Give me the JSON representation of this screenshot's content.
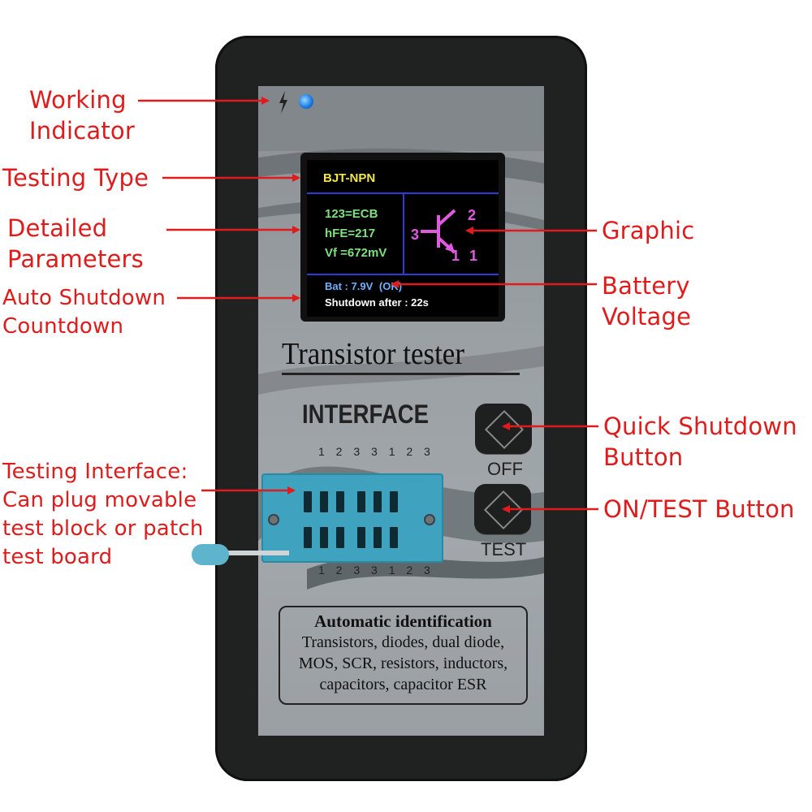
{
  "callouts": {
    "working_indicator": [
      "Working",
      "Indicator"
    ],
    "testing_type": "Testing Type",
    "detailed_parameters": [
      "Detailed",
      "Parameters"
    ],
    "auto_shutdown": [
      "Auto Shutdown",
      "Countdown"
    ],
    "testing_interface": [
      "Testing Interface:",
      "Can plug movable",
      "test block or patch",
      "test board"
    ],
    "graphic": "Graphic",
    "battery_voltage": [
      "Battery",
      "Voltage"
    ],
    "quick_shutdown": [
      "Quick Shutdown",
      "Button"
    ],
    "on_test": "ON/TEST Button"
  },
  "screen": {
    "type": "BJT-NPN",
    "pinout": "123=ECB",
    "hfe": "hFE=217",
    "vf": "Vf  =672mV",
    "pin_b": "3",
    "pin_c": "2",
    "pin_e_a": "1",
    "pin_e_b": "1",
    "battery": "Bat : 7.9V",
    "battery_status": "(OK)",
    "shutdown": "Shutdown after : 22s"
  },
  "device": {
    "brand": "Transistor tester",
    "interface_title": "INTERFACE",
    "pins_top": "1 2 3 3 1 2 3",
    "pins_bottom": "1 2 3 3 1 2 3",
    "off_label": "OFF",
    "test_label": "TEST",
    "auto_title": "Automatic identification",
    "auto_lines": [
      "Transistors, diodes, dual diode,",
      "MOS, SCR, resistors, inductors,",
      "capacitors, capacitor ESR"
    ]
  },
  "colors": {
    "callout": "#e01b1b",
    "screen_type": "#f2e64a",
    "screen_params": "#7ee07e",
    "screen_symbol": "#e05adf",
    "screen_battery": "#6fb0ff",
    "led": "#1e7ee6",
    "socket": "#3fa3c0"
  }
}
